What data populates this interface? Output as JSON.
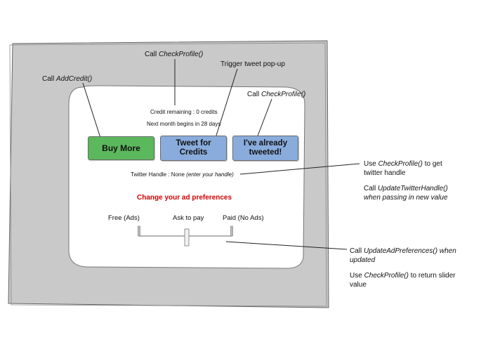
{
  "colors": {
    "device_frame": "#c8c8c8",
    "screen": "#ffffff",
    "buy_button": "#5cb85c",
    "tweet_button": "#89acdc",
    "already_button": "#89acdc",
    "preferences_link": "#d00000"
  },
  "screen": {
    "credit_line": "Credit remaining : 0 credits",
    "next_month_line": "Next month begins in 28 days",
    "twitter_handle_prefix": "Twitter Handle : None ",
    "twitter_handle_hint": "(enter your handle)",
    "preferences_link": "Change your ad preferences",
    "buttons": {
      "buy_more": "Buy More",
      "tweet_for_credits_1": "Tweet for",
      "tweet_for_credits_2": "Credits",
      "already_tweeted_1": "I've already",
      "already_tweeted_2": "tweeted!"
    },
    "slider": {
      "labels": [
        "Free (Ads)",
        "Ask to pay",
        "Paid (No Ads)"
      ],
      "selected_index": 1
    }
  },
  "annotations": {
    "add_credit": {
      "prefix": "Call ",
      "func": "AddCredit()"
    },
    "check_profile_top": {
      "prefix": "Call ",
      "func": "CheckProfile()"
    },
    "tweet_popup": {
      "text": "Trigger tweet pop-up"
    },
    "check_profile_right": {
      "prefix": "Call ",
      "func": "CheckProfile()"
    },
    "twitter_handle": {
      "line1_prefix": "Use ",
      "line1_func": "CheckProfile()",
      "line1_suffix": " to get",
      "line2": "twitter handle",
      "line3_prefix": "Call ",
      "line3_func": "UpdateTwitterHandle()",
      "line4": "when passing in new value"
    },
    "slider": {
      "line1_prefix": "Call ",
      "line1_func": "UpdateAdPreferences() when",
      "line2": "updated",
      "line3_prefix": "Use ",
      "line3_func": "CheckProfile()",
      "line3_suffix": " to return slider",
      "line4": "value"
    }
  }
}
